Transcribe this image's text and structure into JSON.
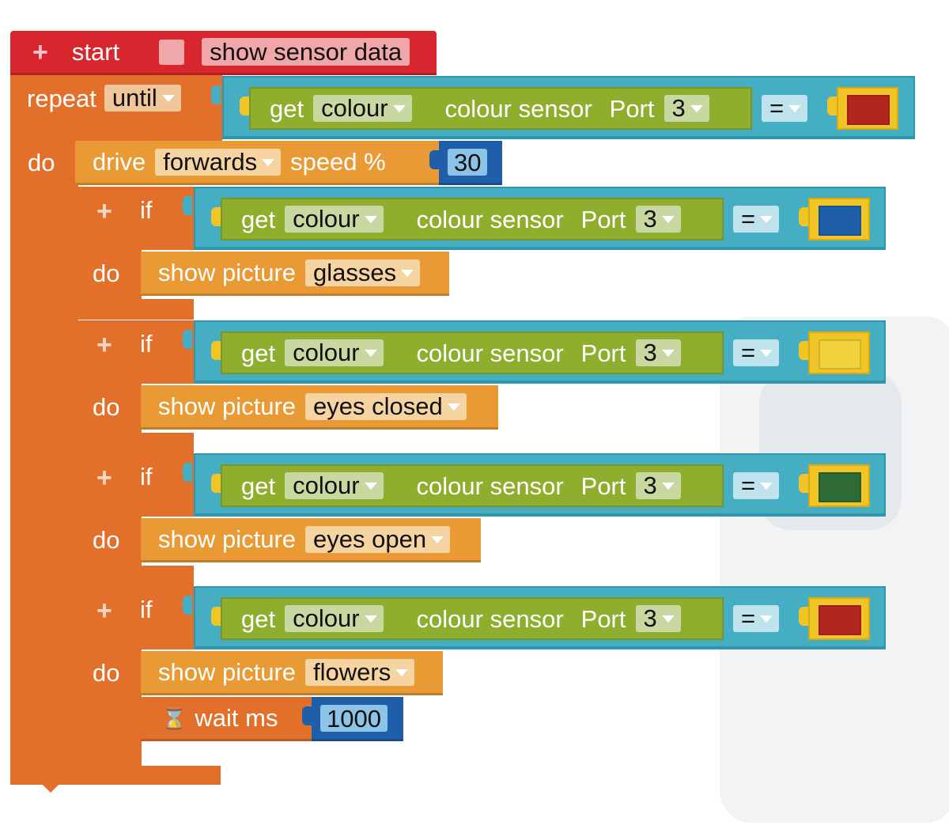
{
  "start_block": {
    "label": "start",
    "sensor_label": "show sensor data",
    "plus": "+"
  },
  "repeat_block": {
    "label": "repeat",
    "mode": "until",
    "do_label": "do",
    "condition": {
      "get": "get",
      "prop": "colour",
      "sensor": "colour sensor",
      "port_label": "Port",
      "port": "3",
      "op": "=",
      "colour_value": "#b3261e"
    }
  },
  "drive_block": {
    "label": "drive",
    "direction": "forwards",
    "speed_label": "speed %",
    "speed": "30"
  },
  "if_blocks": [
    {
      "plus": "+",
      "if_label": "if",
      "do_label": "do",
      "get": "get",
      "prop": "colour",
      "sensor": "colour sensor",
      "port_label": "Port",
      "port": "3",
      "op": "=",
      "colour_value": "#1f5ea9",
      "action_label": "show picture",
      "picture": "glasses"
    },
    {
      "plus": "+",
      "if_label": "if",
      "do_label": "do",
      "get": "get",
      "prop": "colour",
      "sensor": "colour sensor",
      "port_label": "Port",
      "port": "3",
      "op": "=",
      "colour_value": "#f2d23a",
      "action_label": "show picture",
      "picture": "eyes closed"
    },
    {
      "plus": "+",
      "if_label": "if",
      "do_label": "do",
      "get": "get",
      "prop": "colour",
      "sensor": "colour sensor",
      "port_label": "Port",
      "port": "3",
      "op": "=",
      "colour_value": "#2e6b35",
      "action_label": "show picture",
      "picture": "eyes open"
    },
    {
      "plus": "+",
      "if_label": "if",
      "do_label": "do",
      "get": "get",
      "prop": "colour",
      "sensor": "colour sensor",
      "port_label": "Port",
      "port": "3",
      "op": "=",
      "colour_value": "#b3261e",
      "action_label": "show picture",
      "picture": "flowers"
    }
  ],
  "wait_block": {
    "icon": "hourglass-icon",
    "label": "wait ms",
    "value": "1000"
  }
}
